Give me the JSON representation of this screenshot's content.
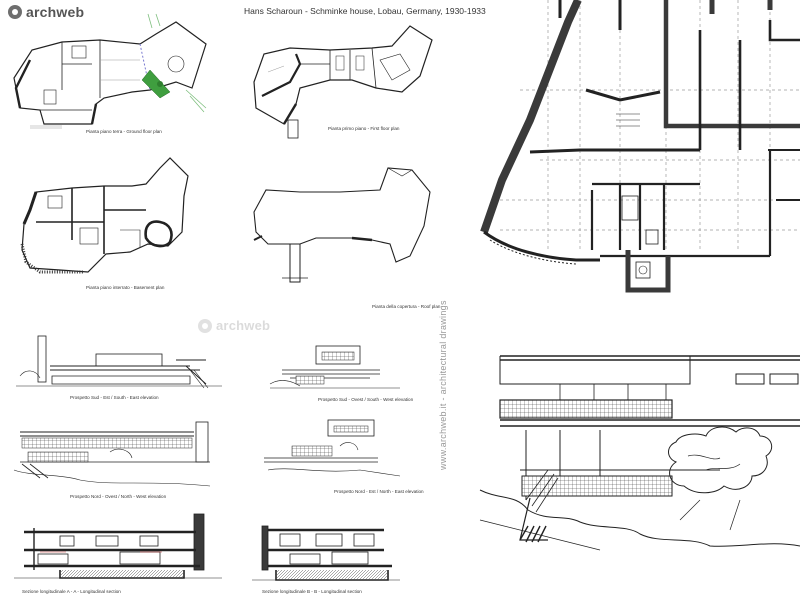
{
  "brand": {
    "name": "archweb",
    "watermark": "archweb"
  },
  "title": "Hans Scharoun - Schminke house, Lobau, Germany, 1930-1933",
  "side_text": "www.archweb.it - architectural drawings",
  "captions": {
    "ground": "Pianta piano terra  -  Ground floor plan",
    "first": "Pianta primo piano  -  First floor plan",
    "basement": "Pianta piano interrato  -  Basement plan",
    "roof": "Pianta della copertura  -  Roof plan",
    "elev_se": "Prospetto Sud - Est  /  South - East elevation",
    "elev_sw": "Prospetto Sud - Ovest  /  South - West elevation",
    "elev_nw": "Prospetto Nord - Ovest  /  North - West elevation",
    "elev_ne": "Prospetto Nord - Est  /  North - East elevation",
    "sec_aa": "Sezione longitudinale  A - A  -  Longitudinal section",
    "sec_bb": "Sezione longitudinale  B - B  -  Longitudinal section"
  },
  "colors": {
    "line": "#222222",
    "wall": "#3a3a3a",
    "grey": "#8a8a8a",
    "green": "#3f9e3f",
    "dash": "#9a9a9a"
  }
}
